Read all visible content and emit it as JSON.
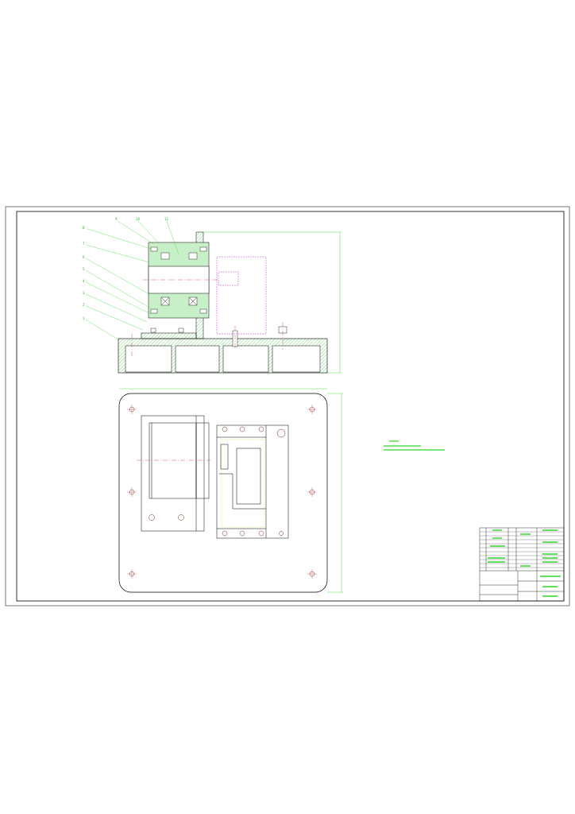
{
  "drawing": {
    "balloons": [
      "8",
      "7",
      "6",
      "5",
      "4",
      "3",
      "2",
      "1",
      "9",
      "10",
      "11"
    ],
    "colors": {
      "outline": "#000000",
      "part_green": "#22c422",
      "dimension_green": "#2ad62a",
      "center_red": "#c83232",
      "phantom_magenta": "#c040c0",
      "hidden_yellow": "#d8d840"
    }
  }
}
